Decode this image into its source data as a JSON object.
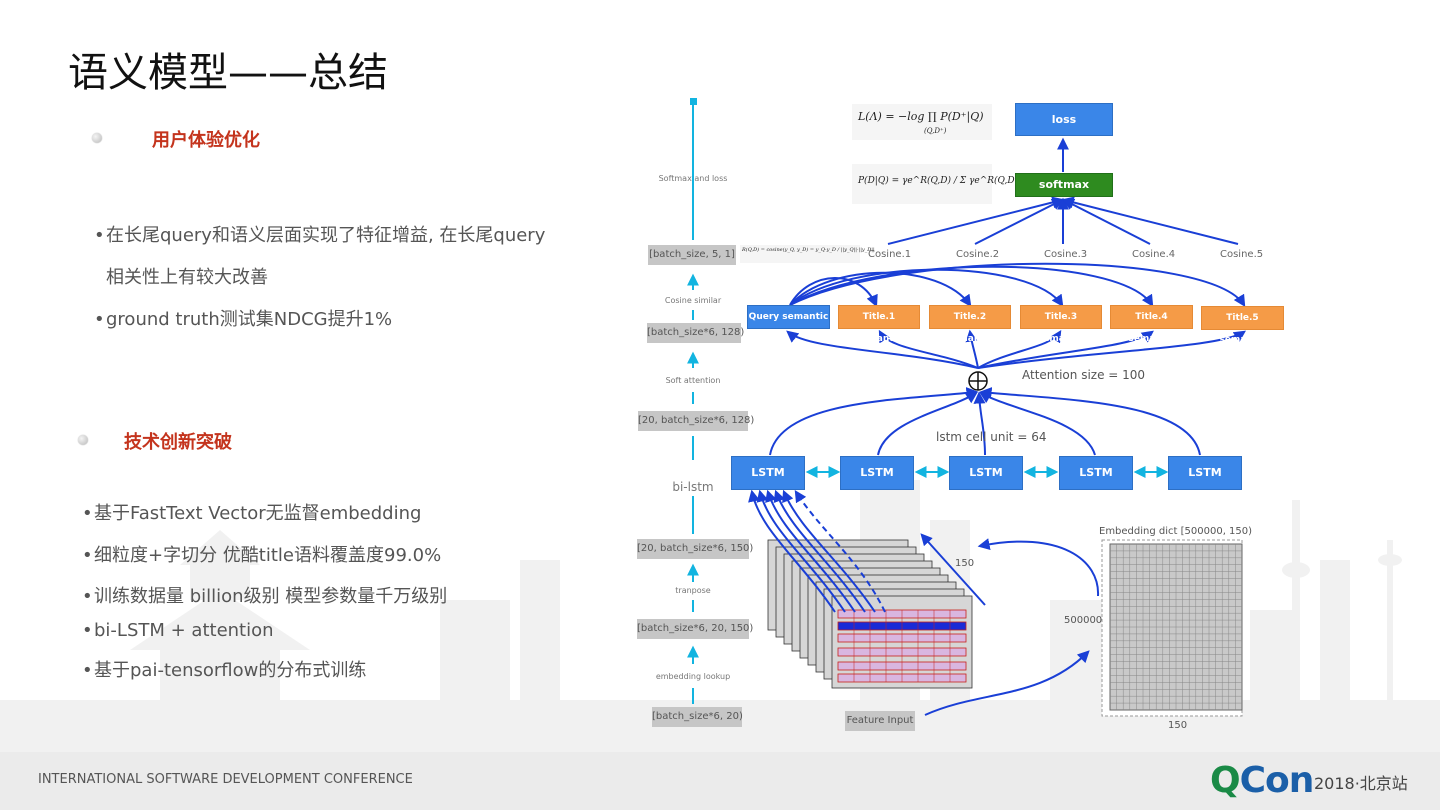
{
  "slide": {
    "title": "语义模型——总结",
    "sections": [
      {
        "heading": "用户体验优化",
        "bullets": [
          "在长尾query和语义层面实现了特征增益, 在长尾query",
          "相关性上有较大改善",
          "ground truth测试集NDCG提升1%"
        ]
      },
      {
        "heading": "技术创新突破",
        "bullets": [
          "基于FastText Vector无监督embedding",
          "细粒度+字切分 优酷title语料覆盖度99.0%",
          "训练数据量 billion级别  模型参数量千万级别",
          "bi-LSTM + attention",
          "基于pai-tensorflow的分布式训练"
        ]
      }
    ]
  },
  "diagram": {
    "left_column": {
      "shapes": [
        "[batch_size, 5, 1]",
        "[batch_size*6, 128)",
        "[20, batch_size*6, 128)",
        "[20, batch_size*6, 150)",
        "[batch_size*6, 20, 150)",
        "[batch_size*6, 20)"
      ],
      "steps": [
        "Softmax and loss",
        "Cosine similar",
        "Soft attention",
        "bi-lstm",
        "tranpose",
        "embedding lookup"
      ]
    },
    "formulas": {
      "loss": "L(Λ) = −log ∏ P(D⁺|Q)",
      "loss_sub": "(Q,D⁺)",
      "softmax": "P(D|Q) = γe^R(Q,D) / Σ γe^R(Q,D')",
      "cosine": "R(Q,D) = cosine(y_Q, y_D) = y_Q·y_D / ||y_Q||·||y_D||"
    },
    "boxes": {
      "loss": "loss",
      "softmax": "softmax",
      "query": "Query semantic",
      "titles": [
        "Title.1  semantic",
        "Title.2  semantic",
        "Title.3  semantic",
        "Title.4  semantic",
        "Title.5  semantic"
      ],
      "lstm": [
        "LSTM",
        "LSTM",
        "LSTM",
        "LSTM",
        "LSTM"
      ],
      "feature_input": "Feature Input"
    },
    "cosines": [
      "Cosine.1",
      "Cosine.2",
      "Cosine.3",
      "Cosine.4",
      "Cosine.5"
    ],
    "attention_size": "Attention size = 100",
    "lstm_cell": "lstm cell unit = 64",
    "embedding_dict": "Embedding dict [500000, 150)",
    "dim_150": "150",
    "dim_500000": "500000",
    "colors": {
      "arrow_blue": "#1a3fd6",
      "cyan": "#12b4e0",
      "lstm_blue": "#3a86e8",
      "orange": "#f59b47",
      "green": "#2e8b1f",
      "heading_red": "#c4341d"
    }
  },
  "footer": {
    "conference": "INTERNATIONAL SOFTWARE DEVELOPMENT CONFERENCE",
    "logo_q": "Q",
    "logo_con": "Con",
    "year_city": "2018·北京站"
  }
}
